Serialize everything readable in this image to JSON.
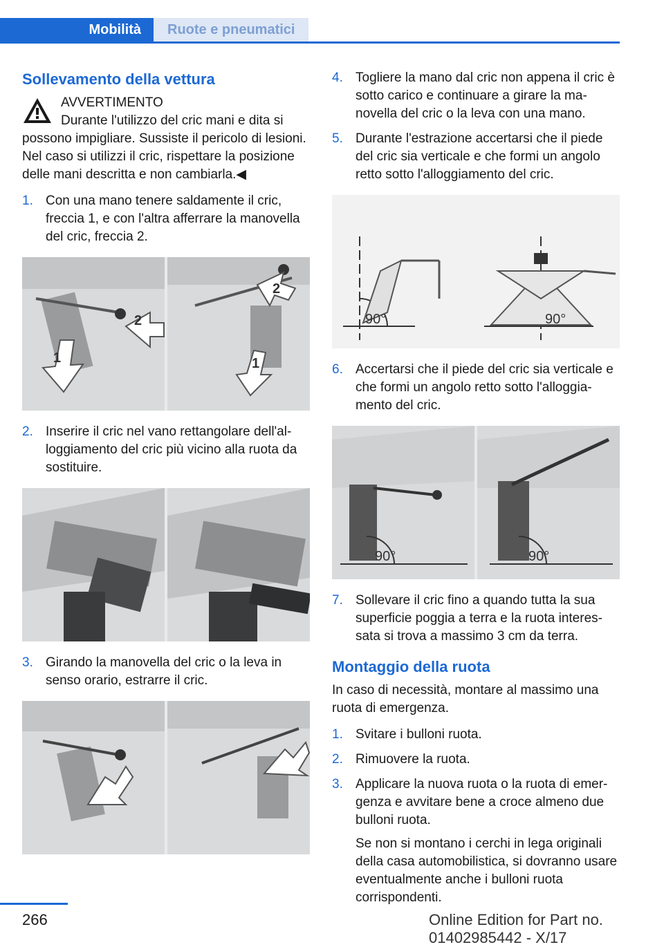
{
  "header": {
    "tab_active": "Mobilità",
    "tab_inactive": "Ruote e pneumatici"
  },
  "left": {
    "title": "Sollevamento della vettura",
    "warning_label": "AVVERTIMENTO",
    "warning_text": "Durante l'utilizzo del cric mani e dita si possono impigliare. Sussiste il pericolo di le­sioni. Nel caso si utilizzi il cric, rispettare la po­sizione delle mani descritta e non cambiarla.◀",
    "steps": [
      {
        "num": "1.",
        "text": "Con una mano tenere saldamente il cric, freccia 1, e con l'altra afferrare la manovella del cric, freccia 2."
      },
      {
        "num": "2.",
        "text": "Inserire il cric nel vano rettangolare dell'al­loggiamento del cric più vicino alla ruota da sostituire."
      },
      {
        "num": "3.",
        "text": "Girando la manovella del cric o la leva in senso orario, estrarre il cric."
      }
    ],
    "fig1_labels": [
      "1",
      "2",
      "1",
      "2"
    ]
  },
  "right": {
    "steps": [
      {
        "num": "4.",
        "text": "Togliere la mano dal cric non appena il cric è sotto carico e continuare a girare la ma­novella del cric o la leva con una mano."
      },
      {
        "num": "5.",
        "text": "Durante l'estrazione accertarsi che il piede del cric sia verticale e che formi un angolo retto sotto l'alloggiamento del cric."
      },
      {
        "num": "6.",
        "text": "Accertarsi che il piede del cric sia verticale e che formi un angolo retto sotto l'alloggia­mento del cric."
      },
      {
        "num": "7.",
        "text": "Sollevare il cric fino a quando tutta la sua superficie poggia a terra e la ruota interes­sata si trova a massimo 3 cm da terra."
      }
    ],
    "angle_label": "90°",
    "section2_title": "Montaggio della ruota",
    "section2_intro": "In caso di necessità, montare al massimo una ruota di emergenza.",
    "steps2": [
      {
        "num": "1.",
        "text": "Svitare i bulloni ruota."
      },
      {
        "num": "2.",
        "text": "Rimuovere la ruota."
      },
      {
        "num": "3.",
        "text": "Applicare la nuova ruota o la ruota di emer­genza e avvitare bene a croce almeno due bulloni ruota."
      }
    ],
    "step3_note": "Se non si montano i cerchi in lega originali della casa automobilistica, si dovranno usare eventualmente anche i bulloni ruota corrispondenti."
  },
  "footer": {
    "page_number": "266",
    "edition": "Online Edition for Part no. 01402985442 - X/17"
  }
}
